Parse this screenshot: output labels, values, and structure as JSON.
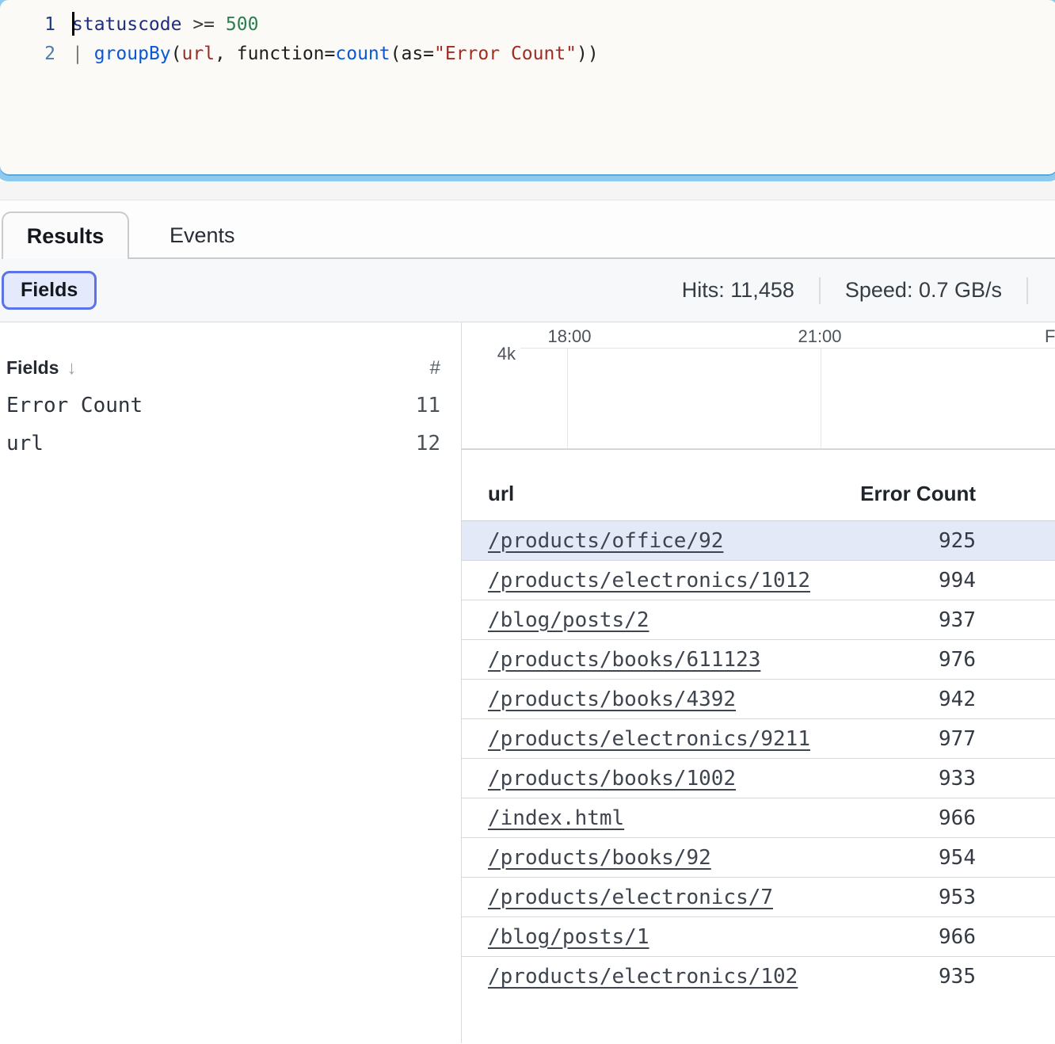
{
  "query_editor": {
    "lines": [
      {
        "number": "1",
        "cursor": true,
        "tokens": [
          {
            "text": "statuscode",
            "type": "field"
          },
          {
            "text": " >= ",
            "type": "operator"
          },
          {
            "text": "500",
            "type": "number"
          }
        ]
      },
      {
        "number": "2",
        "cursor": false,
        "tokens": [
          {
            "text": "| ",
            "type": "pipe"
          },
          {
            "text": "groupBy",
            "type": "function"
          },
          {
            "text": "(",
            "type": "plain"
          },
          {
            "text": "url",
            "type": "argument"
          },
          {
            "text": ", function=",
            "type": "plain"
          },
          {
            "text": "count",
            "type": "function"
          },
          {
            "text": "(as=",
            "type": "plain"
          },
          {
            "text": "\"Error Count\"",
            "type": "string"
          },
          {
            "text": "))",
            "type": "plain"
          }
        ]
      }
    ]
  },
  "tabs": {
    "results": "Results",
    "events": "Events"
  },
  "toolbar": {
    "fields_button": "Fields",
    "stats": [
      {
        "label": "Hits: 11,458"
      },
      {
        "label": "Speed: 0.7 GB/s"
      }
    ]
  },
  "fields_panel": {
    "title": "Fields",
    "sort_icon": "↓",
    "count_header": "#",
    "items": [
      {
        "name": "Error Count",
        "count": "11"
      },
      {
        "name": "url",
        "count": "12"
      }
    ]
  },
  "timeline_chart": {
    "y_tick": "4k",
    "x_ticks": [
      {
        "label": "18:00"
      },
      {
        "label": "21:00"
      },
      {
        "label": "F"
      }
    ]
  },
  "results_table": {
    "columns": [
      "url",
      "Error Count"
    ],
    "selected_row_index": 0,
    "rows": [
      {
        "url": "/products/office/92",
        "error_count": "925"
      },
      {
        "url": "/products/electronics/1012",
        "error_count": "994"
      },
      {
        "url": "/blog/posts/2",
        "error_count": "937"
      },
      {
        "url": "/products/books/611123",
        "error_count": "976"
      },
      {
        "url": "/products/books/4392",
        "error_count": "942"
      },
      {
        "url": "/products/electronics/9211",
        "error_count": "977"
      },
      {
        "url": "/products/books/1002",
        "error_count": "933"
      },
      {
        "url": "/index.html",
        "error_count": "966"
      },
      {
        "url": "/products/books/92",
        "error_count": "954"
      },
      {
        "url": "/products/electronics/7",
        "error_count": "953"
      },
      {
        "url": "/blog/posts/1",
        "error_count": "966"
      },
      {
        "url": "/products/electronics/102",
        "error_count": "935"
      }
    ]
  },
  "colors": {
    "editor_border_blue": "#8ecaed",
    "editor_border_blue_dark": "#57a7d8",
    "selected_row_bg": "#e4e9f8",
    "fields_button_border": "#5b72e8",
    "fields_button_bg": "#e4eafb",
    "syntax_field": "#1f2d7b",
    "syntax_number": "#2e7d4f",
    "syntax_function": "#0a58d6",
    "syntax_string": "#a12c23",
    "syntax_argument": "#942f28",
    "link_color": "#3e454f"
  }
}
